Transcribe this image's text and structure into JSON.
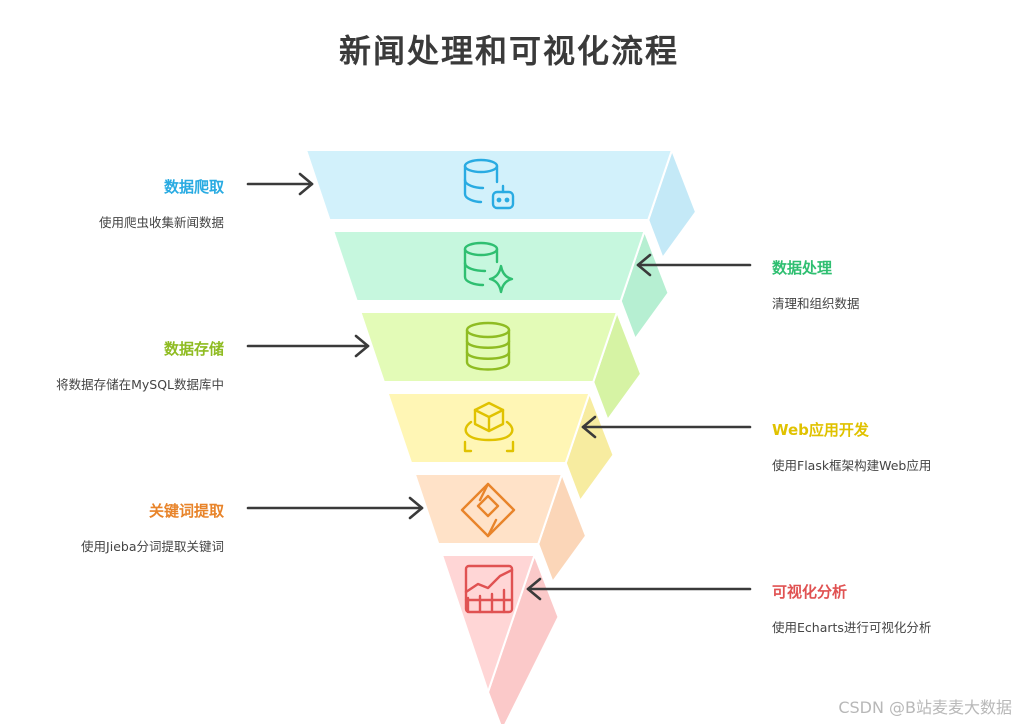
{
  "title": "新闻处理和可视化流程",
  "colors": {
    "blue": "#29abe2",
    "green": "#2fbf71",
    "lime": "#8fbc22",
    "yellow": "#e0c200",
    "orange": "#e8842a",
    "red": "#e05252",
    "arrow": "#3a3a3a"
  },
  "stages": [
    {
      "label": "数据爬取",
      "desc": "使用爬虫收集新闻数据",
      "icon": "database-robot-icon"
    },
    {
      "label": "数据处理",
      "desc": "清理和组织数据",
      "icon": "database-sparkle-icon"
    },
    {
      "label": "数据存储",
      "desc": "将数据存储在MySQL数据库中",
      "icon": "database-icon"
    },
    {
      "label": "Web应用开发",
      "desc": "使用Flask框架构建Web应用",
      "icon": "cube-platform-icon"
    },
    {
      "label": "关键词提取",
      "desc": "使用Jieba分词提取关键词",
      "icon": "diamond-tag-icon"
    },
    {
      "label": "可视化分析",
      "desc": "使用Echarts进行可视化分析",
      "icon": "chart-grid-icon"
    }
  ],
  "watermark": "CSDN @B站麦麦大数据"
}
